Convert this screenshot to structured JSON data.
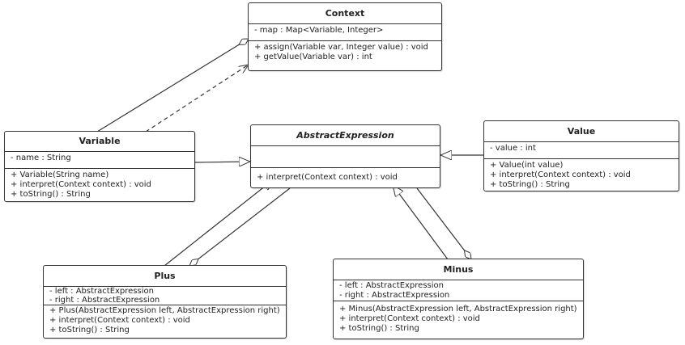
{
  "classes": {
    "context": {
      "name": "Context",
      "attributes": [
        "- map : Map<Variable, Integer>"
      ],
      "operations": [
        "+ assign(Variable var, Integer value) : void",
        "+ getValue(Variable var) : int"
      ]
    },
    "variable": {
      "name": "Variable",
      "attributes": [
        "- name : String"
      ],
      "operations": [
        "+ Variable(String name)",
        "+ interpret(Context context) : void",
        "+ toString() : String"
      ]
    },
    "abstract_expression": {
      "name": "AbstractExpression",
      "attributes": [],
      "operations": [
        "+ interpret(Context context) : void"
      ]
    },
    "value": {
      "name": "Value",
      "attributes": [
        "- value : int"
      ],
      "operations": [
        "+ Value(int value)",
        "+ interpret(Context context) : void",
        "+ toString() : String"
      ]
    },
    "plus": {
      "name": "Plus",
      "attributes": [
        "- left : AbstractExpression",
        "- right : AbstractExpression"
      ],
      "operations": [
        "+ Plus(AbstractExpression left, AbstractExpression right)",
        "+ interpret(Context context) : void",
        "+ toString() : String"
      ]
    },
    "minus": {
      "name": "Minus",
      "attributes": [
        "- left : AbstractExpression",
        "- right : AbstractExpression"
      ],
      "operations": [
        "+ Minus(AbstractExpression left, AbstractExpression right)",
        "+ interpret(Context context) : void",
        "+ toString() : String"
      ]
    }
  },
  "relations": [
    {
      "kind": "aggregation",
      "from": "variable",
      "to": "context"
    },
    {
      "kind": "dependency",
      "from": "variable",
      "to": "context"
    },
    {
      "kind": "generalization",
      "from": "variable",
      "to": "abstract_expression"
    },
    {
      "kind": "generalization",
      "from": "value",
      "to": "abstract_expression"
    },
    {
      "kind": "generalization",
      "from": "plus",
      "to": "abstract_expression"
    },
    {
      "kind": "aggregation",
      "from": "abstract_expression",
      "to": "plus"
    },
    {
      "kind": "generalization",
      "from": "minus",
      "to": "abstract_expression"
    },
    {
      "kind": "aggregation",
      "from": "abstract_expression",
      "to": "minus"
    }
  ],
  "colors": {
    "line": "#333333",
    "box_fill": "#ffffff"
  }
}
